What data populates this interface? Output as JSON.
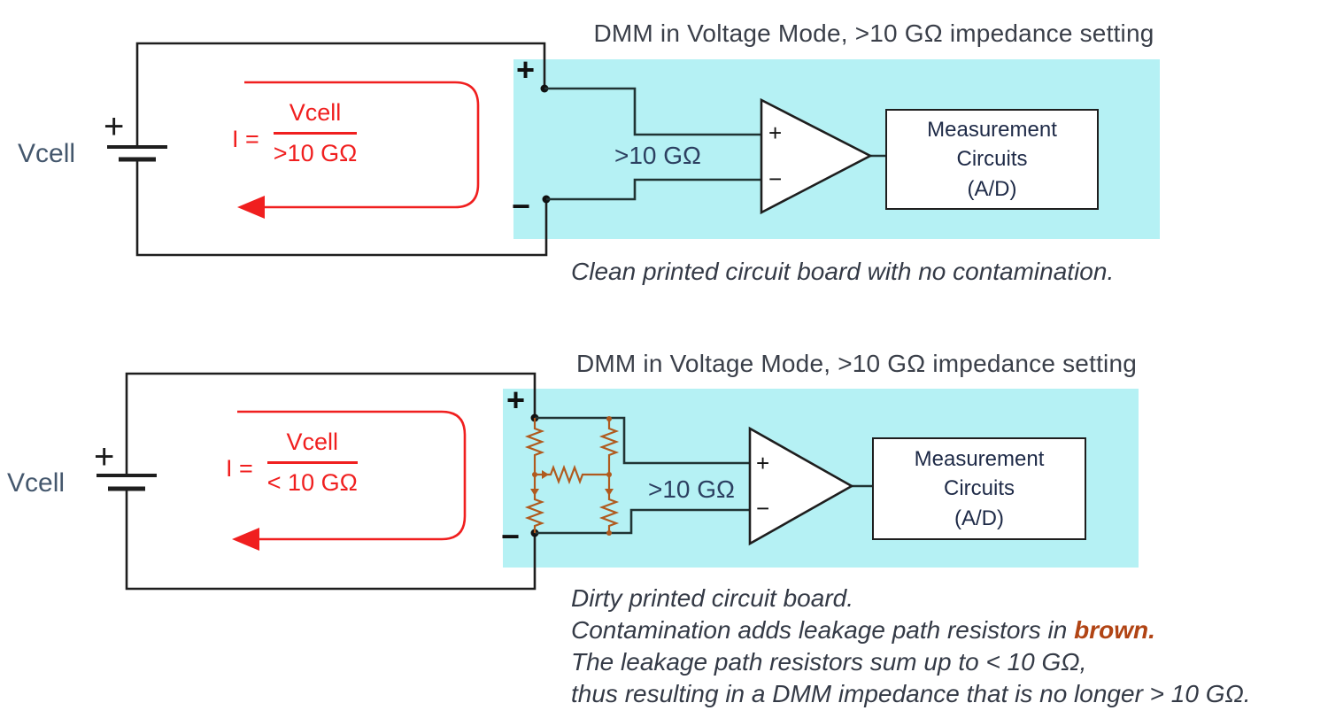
{
  "colors": {
    "loop_red": "#f01f1f",
    "dmm_cyan": "#b5f1f4",
    "leakage_brown": "#b05a1e",
    "wire_black": "#1e1e1e",
    "label_navy": "#2c4061",
    "vcell_blue": "#44576d",
    "caption_dark": "#343a46",
    "brown_text": "#b14414"
  },
  "top_diagram": {
    "title": "DMM in Voltage Mode, >10 GΩ impedance setting",
    "battery": {
      "label": "Vcell",
      "plus": "+"
    },
    "formula": {
      "lhs": "I =",
      "numerator": "Vcell",
      "denominator": ">10 GΩ"
    },
    "dmm": {
      "plus_terminal": "+",
      "minus_terminal": "−",
      "impedance_label": ">10 GΩ",
      "opamp_plus": "+",
      "opamp_minus": "−",
      "measurement_box": "Measurement\nCircuits\n(A/D)"
    },
    "caption": "Clean printed circuit board with no contamination."
  },
  "bottom_diagram": {
    "title": "DMM in Voltage Mode, >10 GΩ impedance setting",
    "battery": {
      "label": "Vcell",
      "plus": "+"
    },
    "formula": {
      "lhs": "I =",
      "numerator": "Vcell",
      "denominator": "< 10 GΩ"
    },
    "dmm": {
      "plus_terminal": "+",
      "minus_terminal": "−",
      "impedance_label": ">10 GΩ",
      "opamp_plus": "+",
      "opamp_minus": "−",
      "measurement_box": "Measurement\nCircuits\n(A/D)"
    },
    "captions": {
      "line1": "Dirty printed circuit board.",
      "line2_prefix": "Contamination adds leakage path resistors in ",
      "line2_highlight": "brown.",
      "line3": "The leakage path resistors sum up to < 10 GΩ,",
      "line4": "thus resulting in a DMM impedance that is no longer > 10 GΩ."
    }
  }
}
